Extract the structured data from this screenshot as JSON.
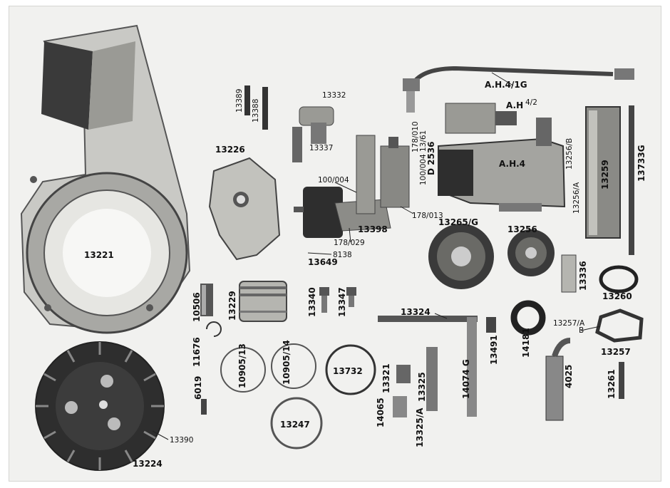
{
  "labels": {
    "shroud": "13221",
    "flywheel": "13224",
    "flywheel_nut": "13390",
    "flywheel_key": "6019",
    "pin_10506": "10506",
    "circlip": "11676",
    "piston": "13229",
    "ring_10905_13": "10905/13",
    "ring_10905_14": "10905/14",
    "ring_13247": "13247",
    "ring_13732": "13732",
    "stud_13340": "13340",
    "stud_13347": "13347",
    "cover_13226": "13226",
    "bolt_13332": "13332",
    "elbow_13337": "13337",
    "pins_13389": "13389",
    "pins_13388": "13388",
    "carb_13398": "13398",
    "carb_100_004": "100/004",
    "carb_100_004_b": "100/004 13/61",
    "carb_178_010": "178/010",
    "carb_178_013": "178/013",
    "carb_178_029": "178/029",
    "carb_8138": "8138",
    "carb_13649": "13649",
    "d2536": "D 2536",
    "pipe": "A.H.4/1G",
    "ah": "A.H",
    "ah_4_2": "4/2",
    "magneto": "A.H.4",
    "mag_13256_b": "13256/B",
    "mag_13256_a": "13256/A",
    "tube_13259": "13259",
    "rod_13733g": "13733G",
    "gear_13265g": "13265/G",
    "gear_13256": "13256",
    "plate_13336": "13336",
    "gasket_13260": "13260",
    "lever_13324": "13324",
    "shaft_14074": "14074 G",
    "stud_13491": "13491",
    "washer_14181": "14181",
    "gasket_13257a": "13257/A",
    "gasket_13257b": "B",
    "gasket_13257": "13257",
    "plug_4025": "4025",
    "pin_13261": "13261",
    "bush_13321": "13321",
    "spring_14065": "14065",
    "pin_13325": "13325",
    "pin_13325a": "13325/A"
  }
}
